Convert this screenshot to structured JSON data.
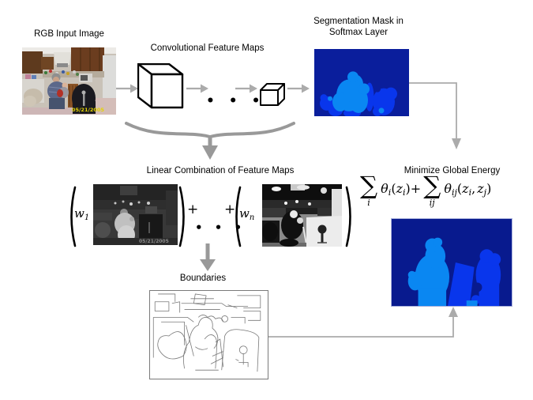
{
  "labels": {
    "rgb_input": "RGB Input Image",
    "conv_maps": "Convolutional Feature Maps",
    "softmax_line1": "Segmentation Mask in",
    "softmax_line2": "Softmax Layer",
    "linear_comb": "Linear Combination of Feature Maps",
    "boundaries": "Boundaries",
    "energy": "Minimize Global Energy"
  },
  "conv": {
    "dots": "• • •"
  },
  "linear_formula": {
    "w": "w",
    "sub1": "1",
    "subn": "n",
    "plus": "+",
    "dots": "• • •"
  },
  "energy_formula": {
    "sum": "∑",
    "sub_i": "i",
    "sub_ij": "ij",
    "sub_j": "j",
    "theta": "θ",
    "z": "z",
    "lp": "(",
    "rp": ")",
    "comma": ",",
    "plus": "+"
  },
  "photo": {
    "timestamp": "05/21/2005"
  },
  "colors": {
    "arrow_gray": "#ababab",
    "brace_gray": "#999999",
    "softmax_mask_bg": "#0A1E9C",
    "mask_blob_light_blue": "#0A87F2",
    "mask_blob_mid_blue": "#0936EC",
    "refined_mask_bg": "#081A8E"
  }
}
